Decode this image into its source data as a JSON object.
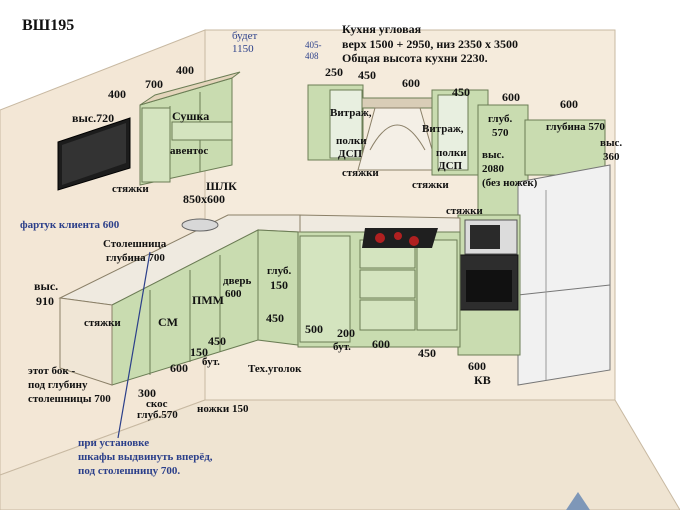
{
  "header": {
    "code": "ВШ195",
    "spec_line1": "Кухня угловая",
    "spec_line2": "верх 1500 + 2950,   низ 2350 х 3500",
    "spec_line3": "Общая высота кухни 2230."
  },
  "notes": {
    "budet": "будет",
    "budet_value": "1150",
    "top_pair_1": "405-",
    "top_pair_2": "408",
    "fartuk": "фартук клиента 600",
    "stoleshnitsa": [
      "Столешница",
      "глубина 700"
    ],
    "side_note": [
      "этот бок -",
      "под глубину",
      "столешницы 700"
    ],
    "install_note": [
      "при установке",
      "шкафы выдвинуть вперёд,",
      "под столешницу 700."
    ]
  },
  "labels": {
    "w400a": "400",
    "w700": "700",
    "w400b": "400",
    "vys720": "выс.720",
    "sushka": "Сушка",
    "aventos": "авентос",
    "styazhki_tv": "стяжки",
    "shlk": "ШЛК",
    "shlk_size": "850х600",
    "w250": "250",
    "w450a": "450",
    "w600a": "600",
    "w450b": "450",
    "w600b": "600",
    "w600c": "600",
    "vitrazh1": "Витраж,",
    "polki1": "полки",
    "dsp1": "ДСП",
    "vitrazh2": "Витраж,",
    "polki2": "полки",
    "dsp2": "ДСП",
    "glub570a": "глуб.",
    "glub570b": "570",
    "glubina570": "глубина 570",
    "vys360a": "выс.",
    "vys360b": "360",
    "vys2080a": "выс.",
    "vys2080b": "2080",
    "bez_nozhek": "(без ножек)",
    "styazhki_top1": "стяжки",
    "styazhki_top2": "стяжки",
    "styazhki_top3": "стяжки",
    "vys910a": "выс.",
    "vys910b": "910",
    "styazhki_low": "стяжки",
    "cm": "СМ",
    "pmm": "ПММ",
    "dver1": "дверь",
    "dver2": "600",
    "glub150a": "глуб.",
    "glub150b": "150",
    "w450c": "450",
    "w150": "150",
    "but1": "бут.",
    "w600d": "600",
    "w300": "300",
    "skos": "скос",
    "glub570c": "глуб.570",
    "nozhki": "ножки 150",
    "tekh": "Тех.уголок",
    "w450d": "450",
    "w500": "500",
    "w200": "200",
    "but2": "бут.",
    "w600e": "600",
    "w450e": "450",
    "w600f": "600",
    "kv": "КВ"
  },
  "colors": {
    "wall": "#f3e7d6",
    "wall_shade": "#e9dcc8",
    "cabinet": "#c9dcb0",
    "cabinet_dark": "#a9c08c",
    "counter": "#efeae0",
    "fridge": "#f1f1f1",
    "blue_text": "#2b3f8a"
  }
}
